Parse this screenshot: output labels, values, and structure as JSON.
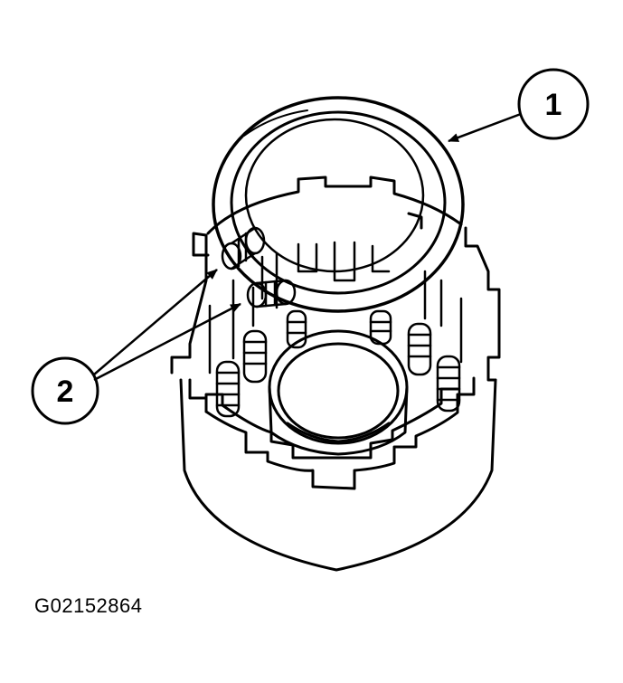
{
  "callouts": [
    {
      "label": "1"
    },
    {
      "label": "2"
    }
  ],
  "figure_code": "G02152864",
  "colors": {
    "ink": "#000000",
    "paper": "#ffffff"
  }
}
